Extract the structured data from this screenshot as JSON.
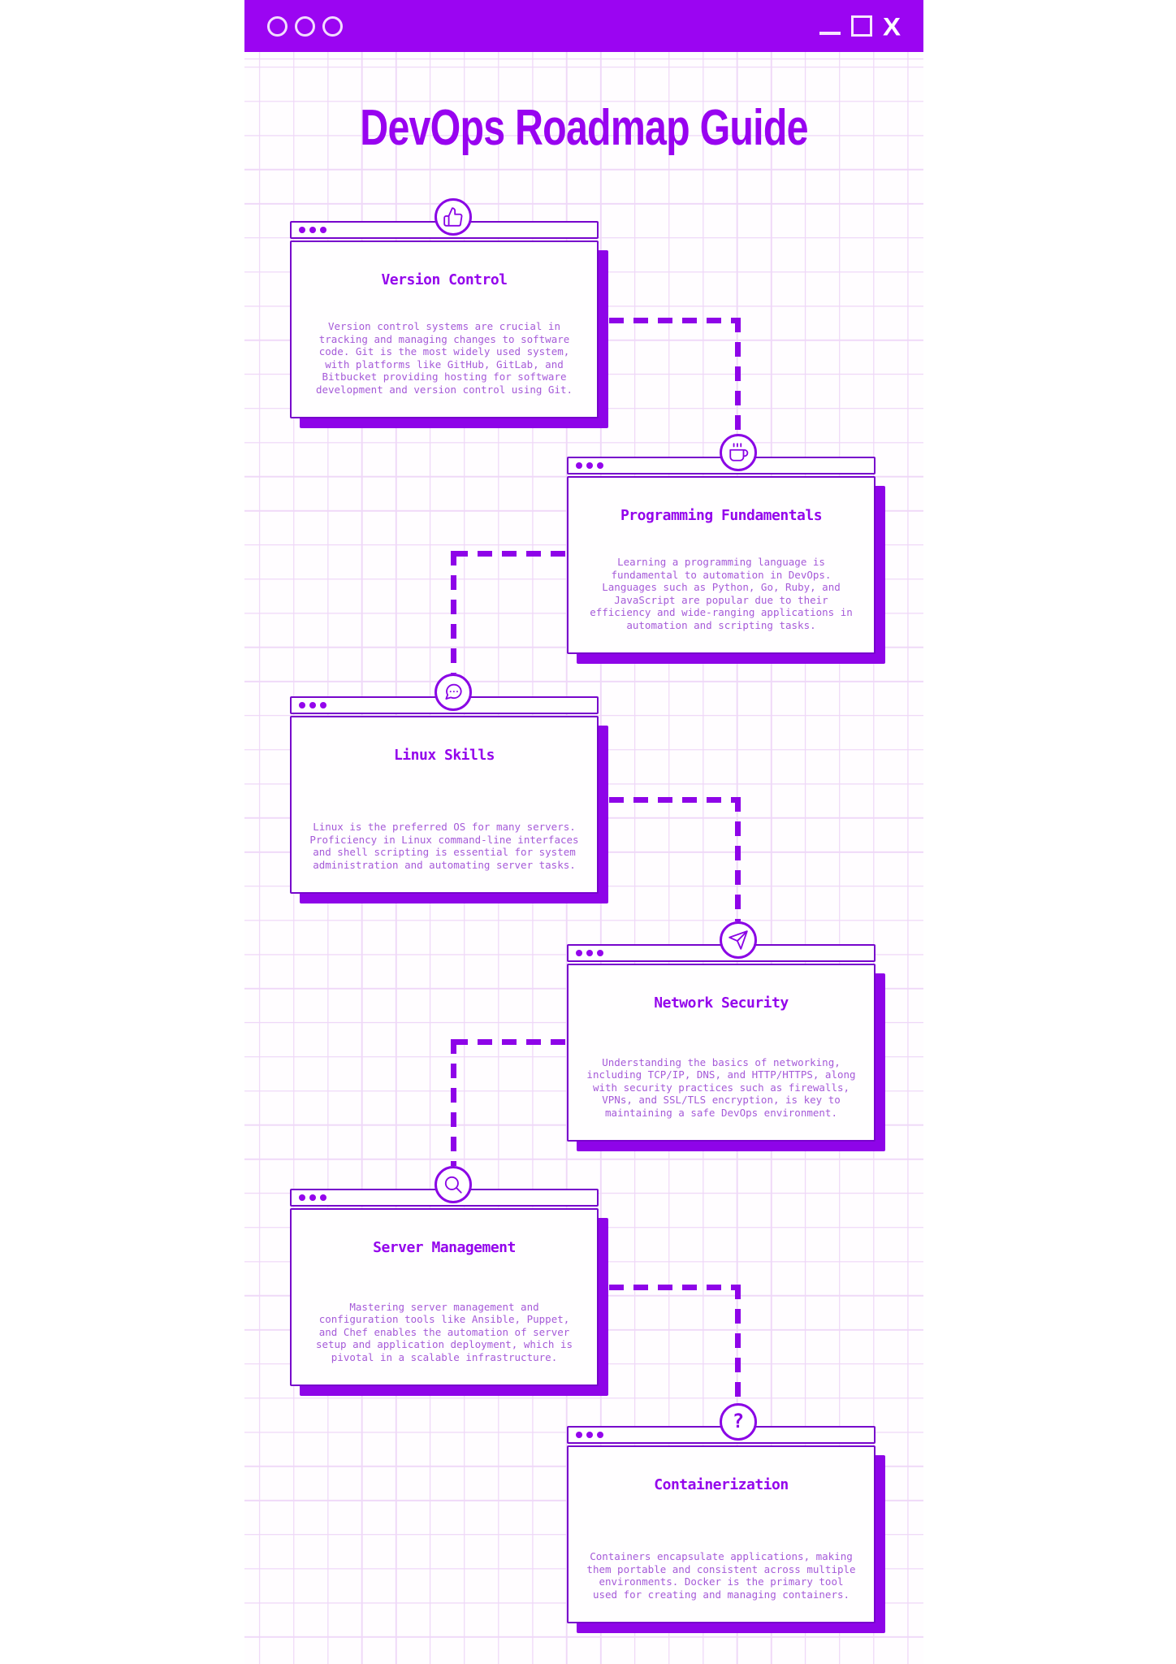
{
  "window": {
    "close_label": "X"
  },
  "page_title": "DevOps Roadmap Guide",
  "colors": {
    "topbar_purple": "#9b05f2",
    "shadow_purple": "#8e04e8",
    "border_purple": "#7705cc",
    "title_purple": "#9405ec",
    "body_text_purple": "#a55ad8",
    "grid_line": "#efd8f8"
  },
  "cards": [
    {
      "title": "Version Control",
      "icon": "thumbs-up-icon",
      "body": "Version control systems are crucial in tracking and managing changes to software code. Git is the most widely used system, with platforms like GitHub, GitLab, and Bitbucket providing hosting for software development and version control using Git."
    },
    {
      "title": "Programming Fundamentals",
      "icon": "coffee-mug-icon",
      "body": "Learning a programming language is fundamental to automation in DevOps. Languages such as Python, Go, Ruby, and JavaScript are popular due to their efficiency and wide-ranging applications in automation and scripting tasks."
    },
    {
      "title": "Linux Skills",
      "icon": "chat-bubble-icon",
      "body": "Linux is the preferred OS for many servers. Proficiency in Linux command-line interfaces and shell scripting is essential for system administration and automating server tasks."
    },
    {
      "title": "Network Security",
      "icon": "paper-plane-icon",
      "body": "Understanding the basics of networking, including TCP/IP, DNS, and HTTP/HTTPS, along with security practices such as firewalls, VPNs, and SSL/TLS encryption, is key to maintaining a safe DevOps environment."
    },
    {
      "title": "Server Management",
      "icon": "magnifier-icon",
      "body": "Mastering server management and configuration tools like Ansible, Puppet, and Chef enables the automation of server setup and application deployment, which is pivotal in a scalable infrastructure."
    },
    {
      "title": "Containerization",
      "icon": "question-mark-icon",
      "body": "Containers encapsulate applications, making them portable and consistent across multiple environments. Docker is the primary tool used for creating and managing containers."
    }
  ]
}
